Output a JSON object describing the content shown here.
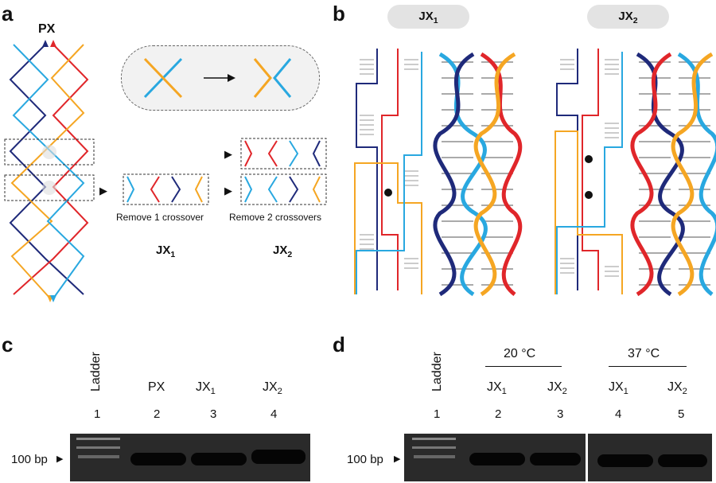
{
  "panels": {
    "a": "a",
    "b": "b",
    "c": "c",
    "d": "d"
  },
  "panel_a": {
    "title": "PX",
    "remove1": "Remove 1 crossover",
    "remove2": "Remove 2 crossovers",
    "jx1": "JX",
    "jx1_sub": "1",
    "jx2": "JX",
    "jx2_sub": "2"
  },
  "panel_b": {
    "pill1": "JX",
    "pill1_sub": "1",
    "pill2": "JX",
    "pill2_sub": "2"
  },
  "panel_c": {
    "ladder": "Ladder",
    "lanes": [
      {
        "name": "",
        "sub": "",
        "num": "1"
      },
      {
        "name": "PX",
        "sub": "",
        "num": "2"
      },
      {
        "name": "JX",
        "sub": "1",
        "num": "3"
      },
      {
        "name": "JX",
        "sub": "2",
        "num": "4"
      }
    ],
    "marker": "100 bp"
  },
  "panel_d": {
    "ladder": "Ladder",
    "temp1": "20 °C",
    "temp2": "37 °C",
    "lanes": [
      {
        "name": "",
        "sub": "",
        "num": "1"
      },
      {
        "name": "JX",
        "sub": "1",
        "num": "2"
      },
      {
        "name": "JX",
        "sub": "2",
        "num": "3"
      },
      {
        "name": "JX",
        "sub": "1",
        "num": "4"
      },
      {
        "name": "JX",
        "sub": "2",
        "num": "5"
      }
    ],
    "marker": "100 bp"
  },
  "colors": {
    "orange": "#f5a623",
    "red": "#e0262a",
    "navy": "#1f2a7a",
    "cyan": "#29a8e0"
  }
}
